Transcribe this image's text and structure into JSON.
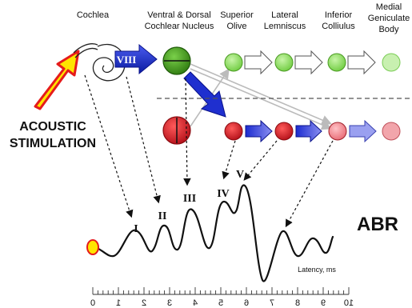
{
  "headers": {
    "cochlea": "Cochlea",
    "vd_line1": "Ventral & Dorsal",
    "vd_line2": "Cochlear Nucleus",
    "so_line1": "Superior",
    "so_line2": "Olive",
    "ll_line1": "Lateral",
    "ll_line2": "Lemniscus",
    "ic_line1": "Inferior",
    "ic_line2": "Colliulus",
    "mgb_line1": "Medial",
    "mgb_line2": "Geniculate",
    "mgb_line3": "Body"
  },
  "nerve_label": "VIII",
  "stimulus": {
    "line1": "ACOUSTIC",
    "line2": "STIMULATION"
  },
  "waves": [
    "I",
    "II",
    "III",
    "IV",
    "V"
  ],
  "abr_label": "ABR",
  "latency_label": "Latency, ms",
  "axis_ticks": [
    "0",
    "1",
    "2",
    "3",
    "4",
    "5",
    "6",
    "7",
    "8",
    "9",
    "10"
  ],
  "colors": {
    "blue": "#1f2fcf",
    "green_dark": "#3f9a1c",
    "green_light": "#8fe06a",
    "red": "#e0252f",
    "red_light": "#f29aa0",
    "yellow": "#ffe400",
    "arrow_red": "#e51b1b",
    "dashed": "#555555"
  }
}
